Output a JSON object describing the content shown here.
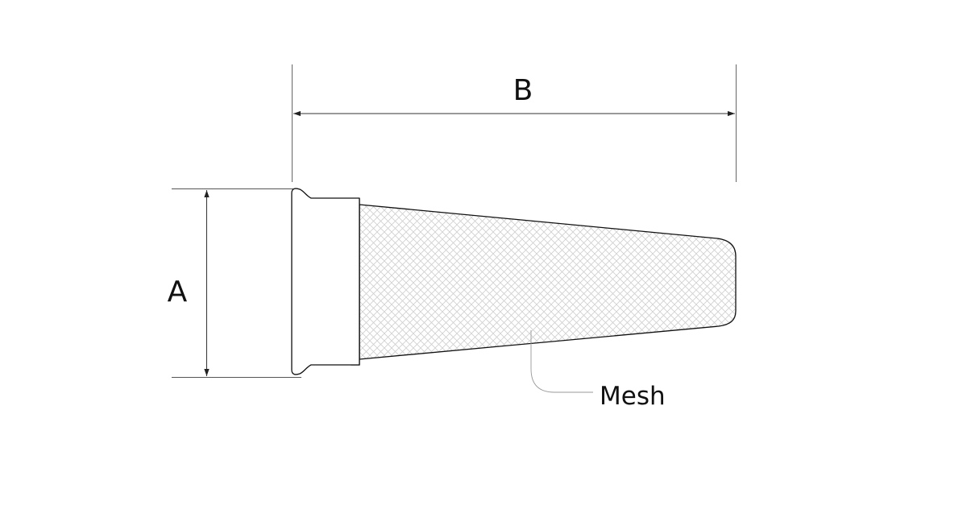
{
  "dimensions": {
    "height_label": "A",
    "length_label": "B"
  },
  "callouts": {
    "mesh_label": "Mesh"
  },
  "colors": {
    "line": "#111111",
    "dimension_line": "#333333",
    "mesh_pattern": "#cfcfcf",
    "leader": "#999999",
    "background": "#ffffff"
  }
}
